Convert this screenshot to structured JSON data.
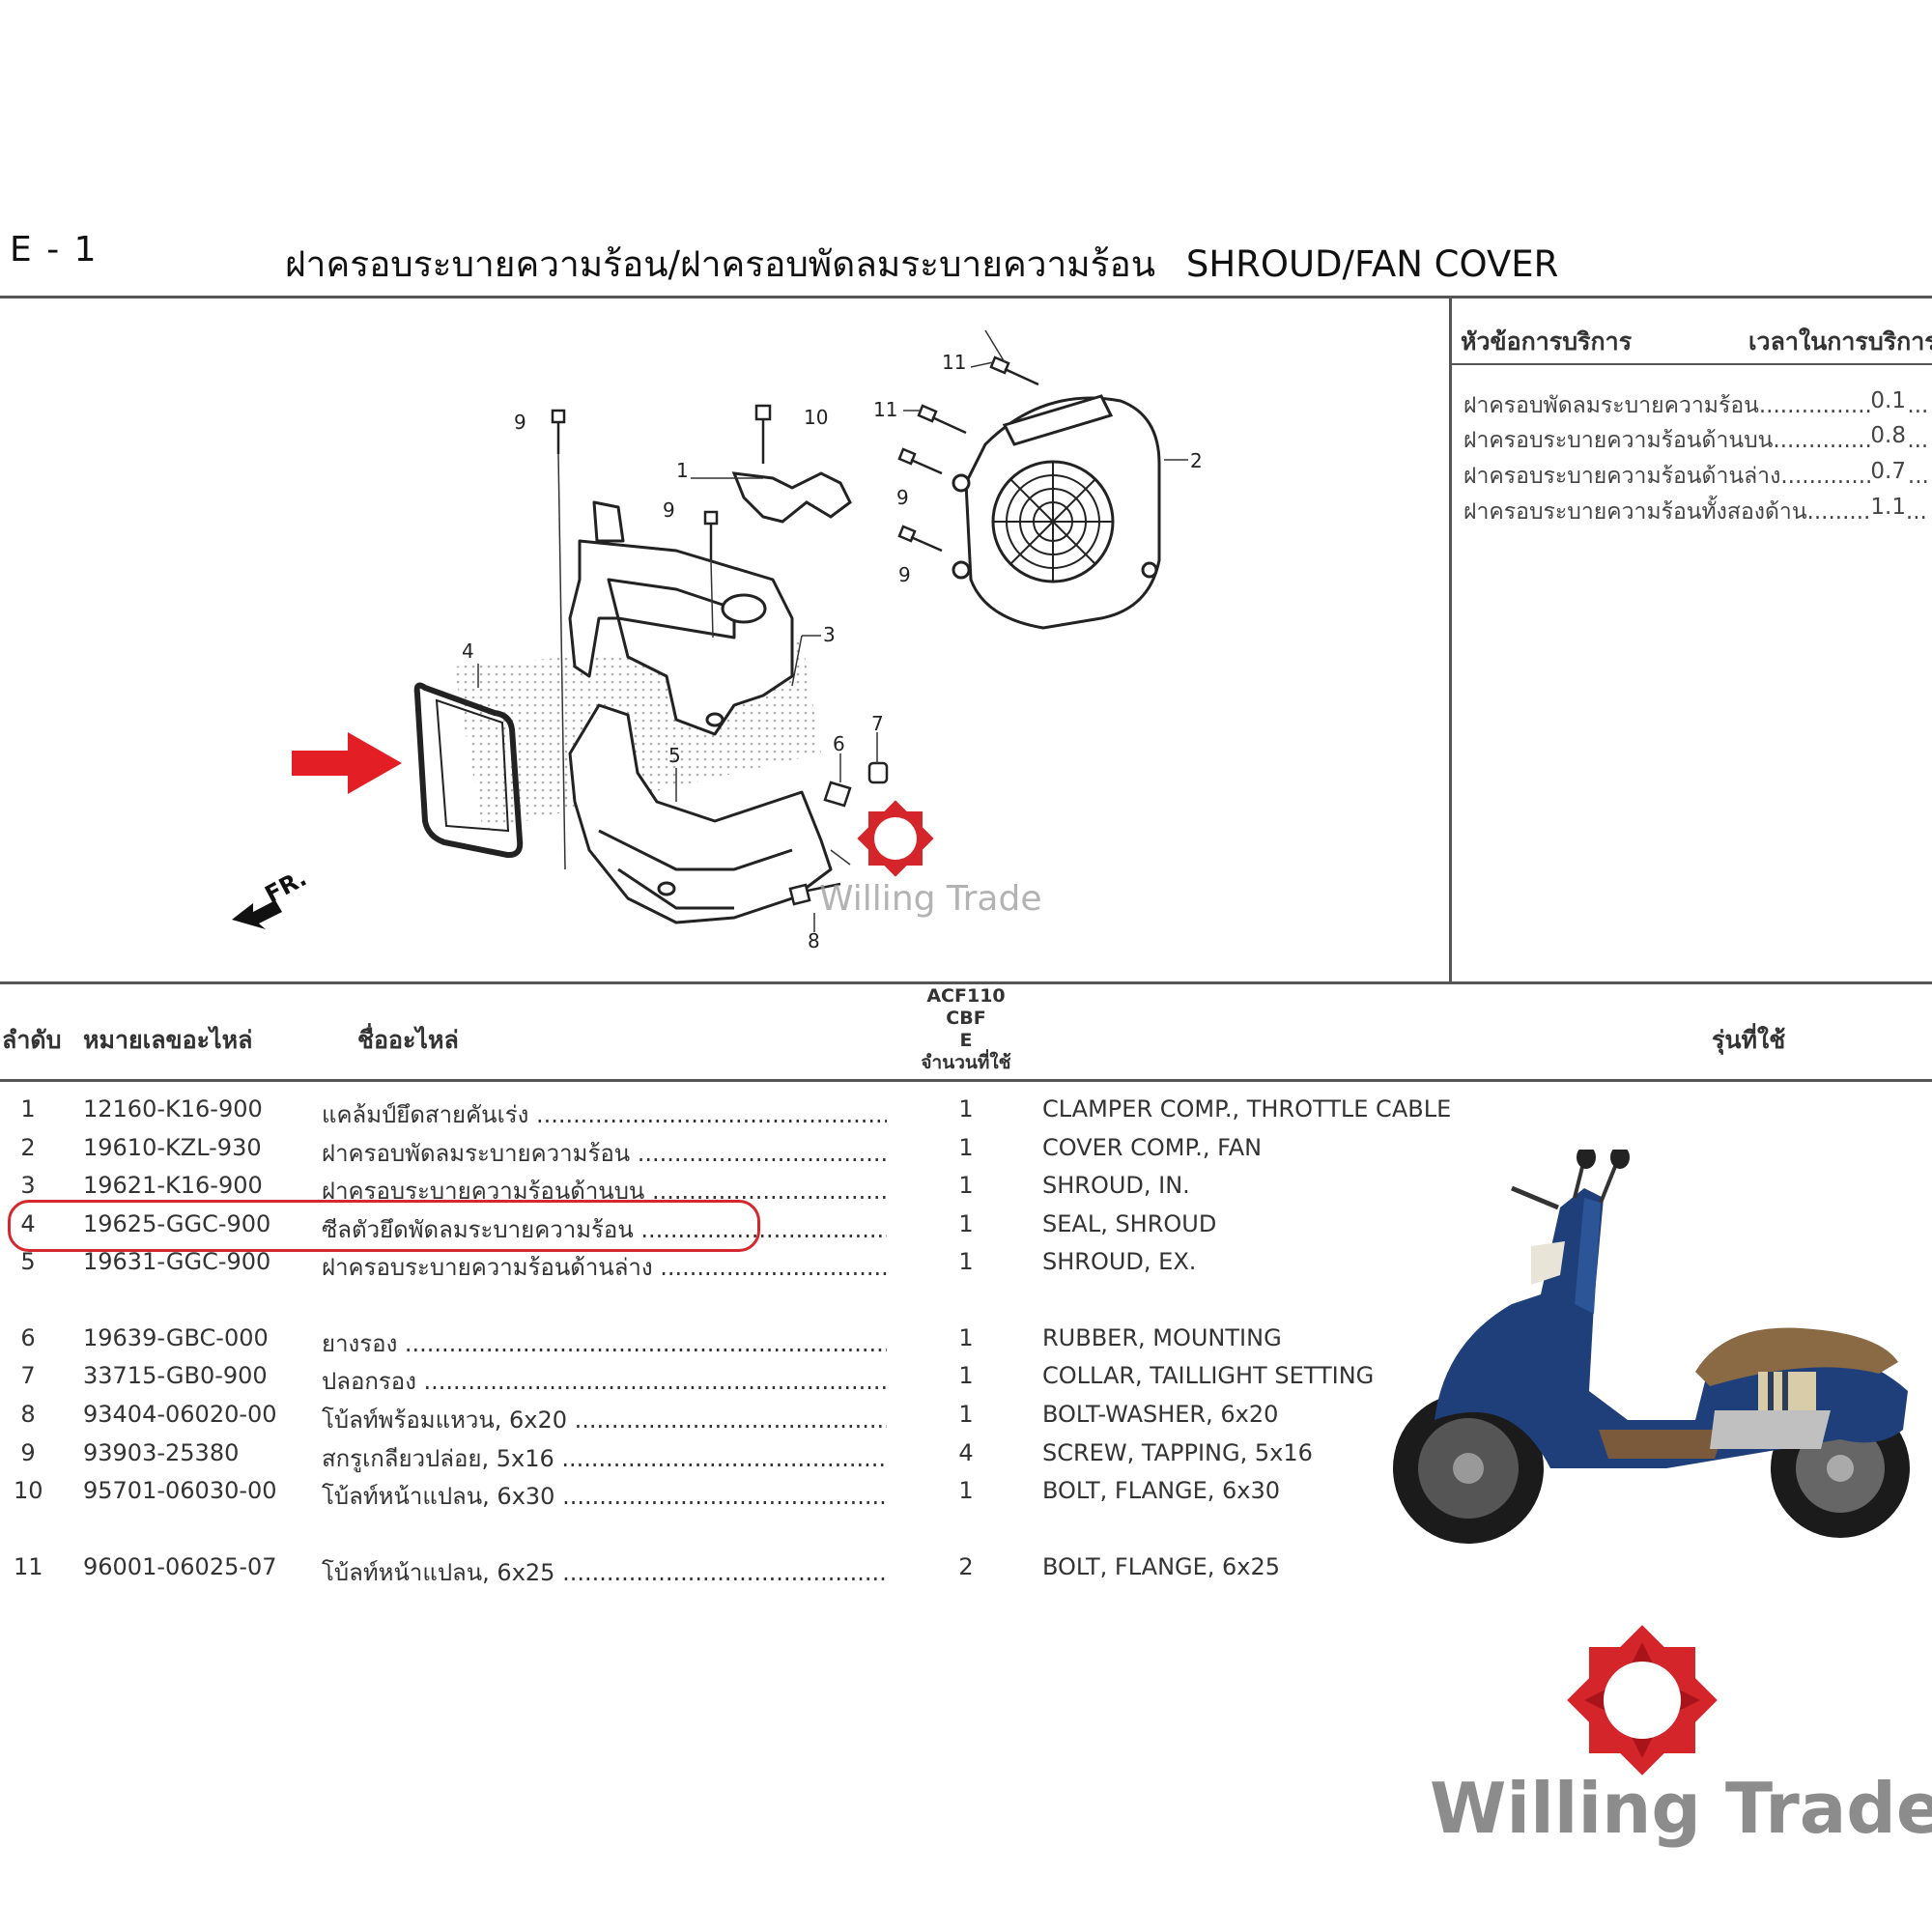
{
  "header": {
    "section_code": "E - 1",
    "title_th": "ฝาครอบระบายความร้อน/ฝาครอบพัดลมระบายความร้อน",
    "title_en": "SHROUD/FAN COVER"
  },
  "service_panel": {
    "topic_label": "หัวข้อการบริการ",
    "time_label": "เวลาในการบริการ",
    "items": [
      {
        "name": "ฝาครอบพัดลมระบายความร้อน",
        "time": "0.1"
      },
      {
        "name": "ฝาครอบระบายความร้อนด้านบน",
        "time": "0.8"
      },
      {
        "name": "ฝาครอบระบายความร้อนด้านล่าง",
        "time": "0.7"
      },
      {
        "name": "ฝาครอบระบายความร้อนทั้งสองด้าน",
        "time": "1.1"
      }
    ]
  },
  "diagram": {
    "fr_label": "FR.",
    "callouts": [
      "1",
      "2",
      "3",
      "4",
      "5",
      "6",
      "7",
      "8",
      "9",
      "9",
      "9",
      "9",
      "10",
      "11",
      "11"
    ]
  },
  "table": {
    "col_no": "ลำดับ",
    "col_part_no": "หมายเลขอะไหล่",
    "col_name": "ชื่ออะไหล่",
    "model_lines": [
      "ACF110",
      "CBF",
      "E",
      "จำนวนที่ใช้"
    ],
    "col_models": "รุ่นที่ใช้",
    "rows": [
      {
        "no": "1",
        "part_no": "12160-K16-900",
        "name_th": "แคล้มป์ยึดสายคันเร่ง",
        "qty": "1",
        "name_en": "CLAMPER COMP., THROTTLE CABLE"
      },
      {
        "no": "2",
        "part_no": "19610-KZL-930",
        "name_th": "ฝาครอบพัดลมระบายความร้อน",
        "qty": "1",
        "name_en": "COVER COMP., FAN"
      },
      {
        "no": "3",
        "part_no": "19621-K16-900",
        "name_th": "ฝาครอบระบายความร้อนด้านบน",
        "qty": "1",
        "name_en": "SHROUD, IN."
      },
      {
        "no": "4",
        "part_no": "19625-GGC-900",
        "name_th": "ซีลตัวยึดพัดลมระบายความร้อน",
        "qty": "1",
        "name_en": "SEAL, SHROUD"
      },
      {
        "no": "5",
        "part_no": "19631-GGC-900",
        "name_th": "ฝาครอบระบายความร้อนด้านล่าง",
        "qty": "1",
        "name_en": "SHROUD, EX."
      },
      {
        "no": "6",
        "part_no": "19639-GBC-000",
        "name_th": "ยางรอง",
        "qty": "1",
        "name_en": "RUBBER, MOUNTING"
      },
      {
        "no": "7",
        "part_no": "33715-GB0-900",
        "name_th": "ปลอกรอง",
        "qty": "1",
        "name_en": "COLLAR, TAILLIGHT SETTING"
      },
      {
        "no": "8",
        "part_no": "93404-06020-00",
        "name_th": "โบ้ลท์พร้อมแหวน, 6x20",
        "qty": "1",
        "name_en": "BOLT-WASHER, 6x20"
      },
      {
        "no": "9",
        "part_no": "93903-25380",
        "name_th": "สกรูเกลียวปล่อย, 5x16",
        "qty": "4",
        "name_en": "SCREW, TAPPING, 5x16"
      },
      {
        "no": "10",
        "part_no": "95701-06030-00",
        "name_th": "โบ้ลท์หน้าแปลน, 6x30",
        "qty": "1",
        "name_en": "BOLT, FLANGE, 6x30"
      },
      {
        "no": "11",
        "part_no": "96001-06025-07",
        "name_th": "โบ้ลท์หน้าแปลน, 6x25",
        "qty": "2",
        "name_en": "BOLT, FLANGE, 6x25"
      }
    ]
  },
  "branding": {
    "watermark_small": "Willing Trade",
    "logo_text": "Willing Trade"
  },
  "colors": {
    "brand_red": "#d3252a",
    "highlight_red": "#d4282e",
    "scooter_blue": "#1f3f7a"
  }
}
